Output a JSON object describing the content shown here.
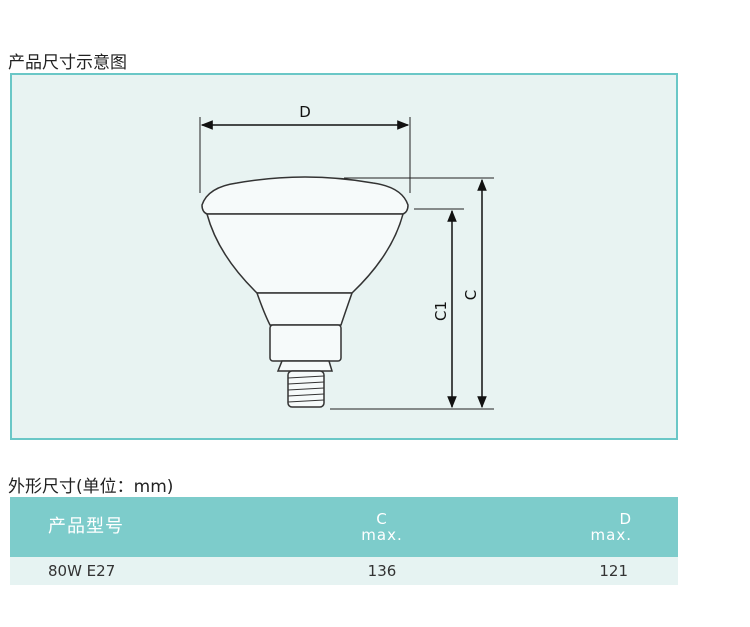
{
  "sections": {
    "diagram_title": "产品尺寸示意图",
    "table_title": "外形尺寸(单位：mm)"
  },
  "diagram": {
    "label_d": "D",
    "label_c": "C",
    "label_c1": "C1"
  },
  "table": {
    "headers": {
      "name": "产品型号",
      "c_line1": "C",
      "c_line2": "max.",
      "d_line1": "D",
      "d_line2": "max."
    },
    "rows": [
      {
        "name": "80W E27",
        "c": "136",
        "d": "121"
      }
    ]
  },
  "colors": {
    "accent": "#7dcccb",
    "panel_bg": "#e8f3f2",
    "border": "#6ac7c7"
  }
}
